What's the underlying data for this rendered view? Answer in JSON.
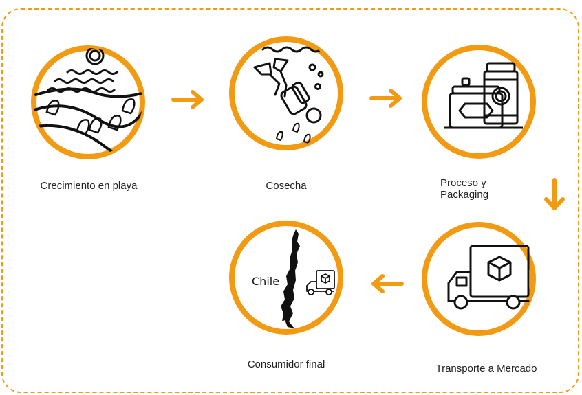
{
  "accent_color": "#F29A12",
  "ink_color": "#111111",
  "steps": [
    {
      "label": "Crecimiento en playa",
      "icon": "beach-shellfish-icon"
    },
    {
      "label": "Cosecha",
      "icon": "diver-icon"
    },
    {
      "label_line1": "Proceso y",
      "label_line2": "Packaging",
      "icon": "canned-food-icon"
    },
    {
      "label": "Transporte a Mercado",
      "icon": "delivery-truck-icon"
    },
    {
      "label": "Consumidor final",
      "icon": "chile-map-icon",
      "map_label": "Chile"
    }
  ]
}
